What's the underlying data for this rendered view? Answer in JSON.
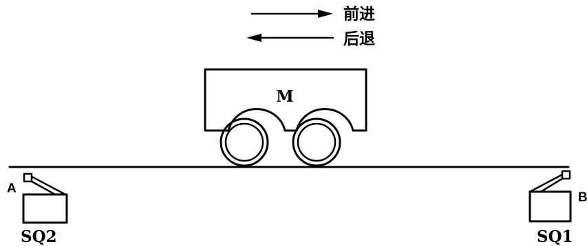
{
  "legend": {
    "forward_label": "前进",
    "backward_label": "后退"
  },
  "cart": {
    "label": "M"
  },
  "limit_switches": {
    "left_point_label": "A",
    "right_point_label": "B",
    "left_switch_label": "SQ2",
    "right_switch_label": "SQ1"
  },
  "colors": {
    "line": "#000000",
    "background": "#ffffff"
  }
}
